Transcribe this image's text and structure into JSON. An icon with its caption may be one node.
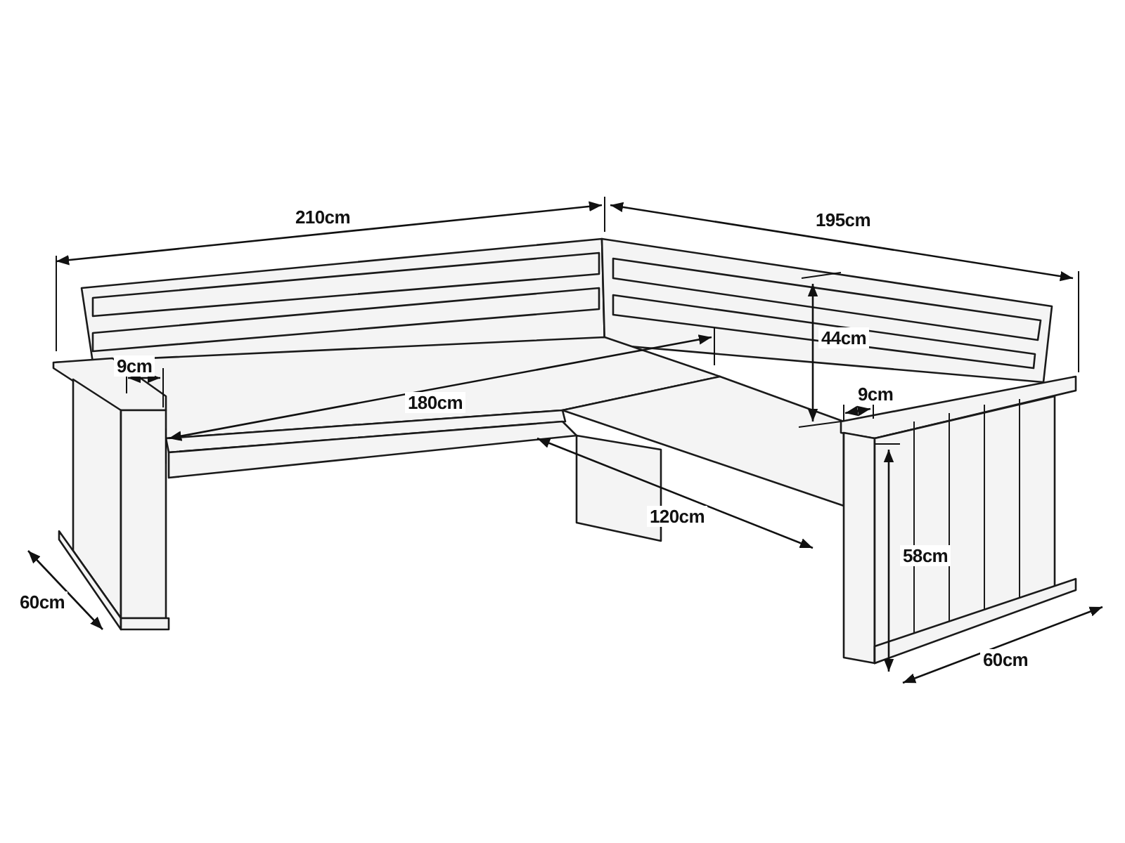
{
  "diagram": {
    "labels": [
      "210cm",
      "195cm",
      "9cm",
      "44cm",
      "180cm",
      "9cm",
      "120cm",
      "58cm",
      "60cm",
      "60cm"
    ]
  }
}
